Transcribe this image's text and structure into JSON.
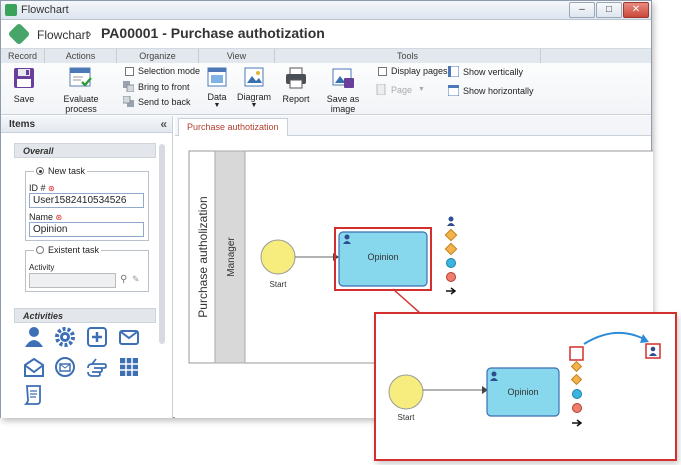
{
  "window": {
    "title": "Flowchart"
  },
  "header": {
    "breadcrumb_root": "Flowchart",
    "separator": "›",
    "page_title": "PA00001 - Purchase authotization"
  },
  "ribbon": {
    "groups": [
      "Record",
      "Actions",
      "Organize",
      "View",
      "Tools"
    ],
    "save_label": "Save",
    "evaluate_label": "Evaluate process",
    "selection_mode_label": "Selection mode",
    "bring_front_label": "Bring to front",
    "send_back_label": "Send to back",
    "data_label": "Data",
    "diagram_label": "Diagram",
    "report_label": "Report",
    "save_image_label": "Save as image",
    "display_pages_label": "Display pages",
    "page_label": "Page",
    "show_vert_label": "Show vertically",
    "show_horiz_label": "Show horizontally"
  },
  "left_panel": {
    "title": "Items",
    "collapse": "«",
    "overall_label": "Overall",
    "new_task_label": "New task",
    "id_label": "ID #",
    "id_value": "User1582410534526",
    "name_label": "Name",
    "name_value": "Opinion",
    "existent_task_label": "Existent task",
    "activity_label": "Activity",
    "activities_label": "Activities"
  },
  "activity_icons": [
    "user-task-icon",
    "service-task-icon",
    "add-task-icon",
    "send-message-icon",
    "receive-message-icon",
    "message-circle-icon",
    "manual-task-icon",
    "table-task-icon",
    "script-task-icon"
  ],
  "tab": {
    "label": "Purchase authotization"
  },
  "diagram": {
    "pool_label": "Purchase autholization",
    "lane_label": "Manager",
    "start_label": "Start",
    "task_label": "Opinion"
  },
  "colors": {
    "accent_red": "#d32f2f",
    "task_fill": "#87d8ec",
    "start_fill": "#f7ec7e",
    "ribbon_header": "#e3e8ee",
    "tab_text": "#b0402f"
  }
}
